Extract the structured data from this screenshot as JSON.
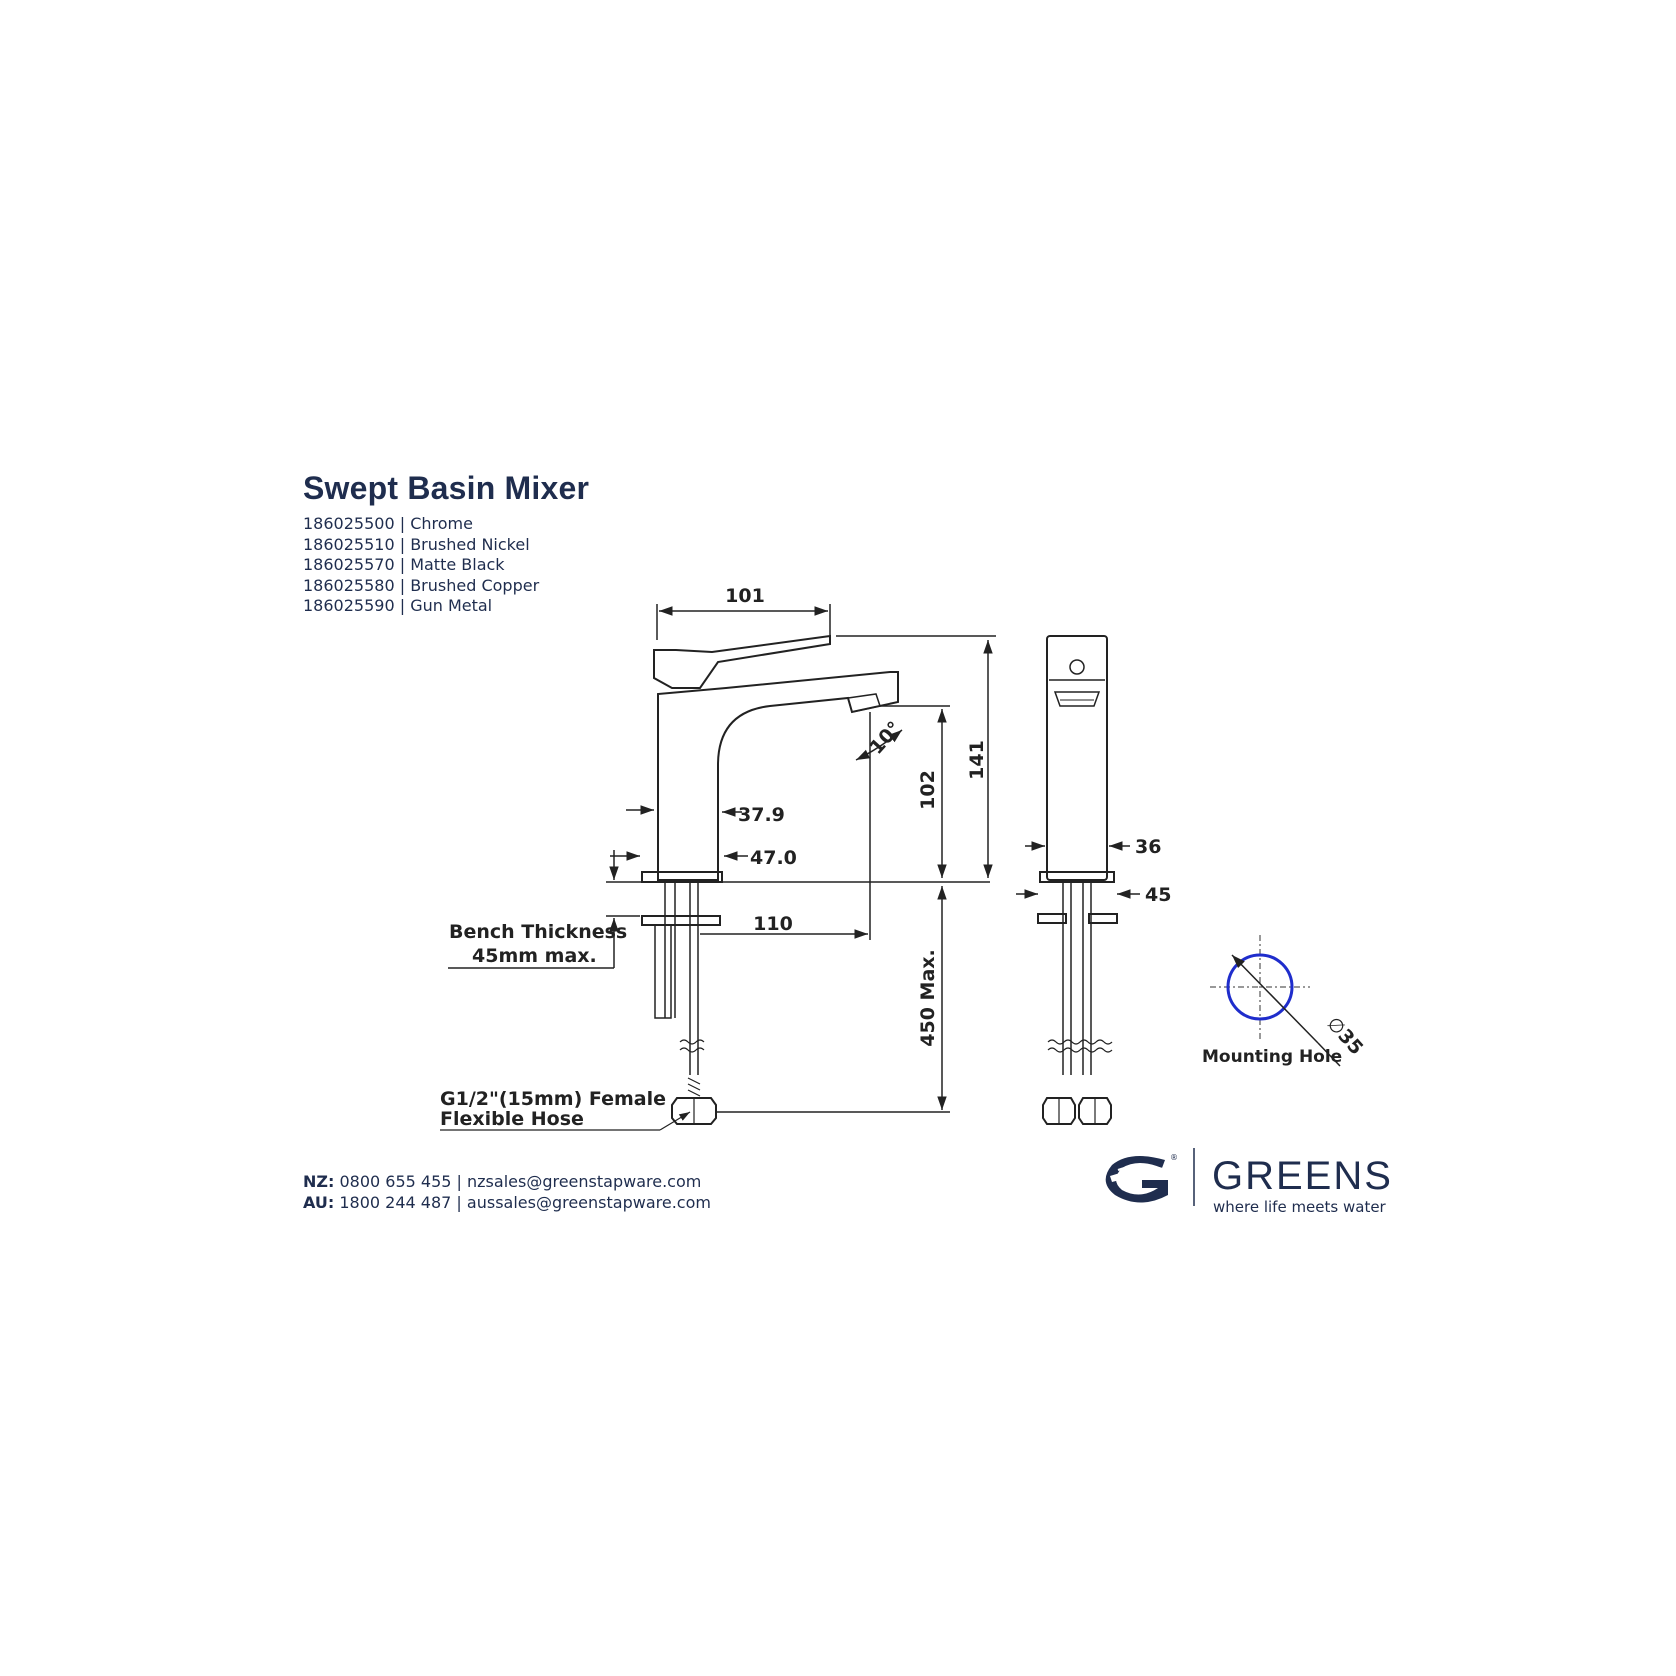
{
  "header": {
    "title": "Swept Basin Mixer",
    "variants": [
      {
        "code": "186025500",
        "finish": "Chrome"
      },
      {
        "code": "186025510",
        "finish": "Brushed Nickel"
      },
      {
        "code": "186025570",
        "finish": "Matte Black"
      },
      {
        "code": "186025580",
        "finish": "Brushed Copper"
      },
      {
        "code": "186025590",
        "finish": "Gun Metal"
      }
    ]
  },
  "dimensions": {
    "width_top": "101",
    "height_total": "141",
    "spout_height": "102",
    "spout_angle": "10°",
    "body_depth_top": "37.9",
    "body_depth_base": "47.0",
    "reach": "110",
    "hose_length": "450 Max.",
    "side_width": "36",
    "side_base_width": "45",
    "hole_diameter": "35"
  },
  "labels": {
    "bench_line1": "Bench Thickness",
    "bench_line2": "45mm max.",
    "hose_line1": "G1/2\"(15mm) Female",
    "hose_line2": "Flexible Hose",
    "mounting_hole": "Mounting Hole"
  },
  "contacts": {
    "nz_label": "NZ:",
    "nz_text": "0800 655 455 | nzsales@greenstapware.com",
    "au_label": "AU:",
    "au_text": "1800 244 487  | aussales@greenstapware.com"
  },
  "brand": {
    "name": "GREENS",
    "tagline": "where life meets water",
    "color": "#1f2d4e",
    "hole_color": "#1f2dcc",
    "logo_icon": "greens-g-wave-icon"
  }
}
